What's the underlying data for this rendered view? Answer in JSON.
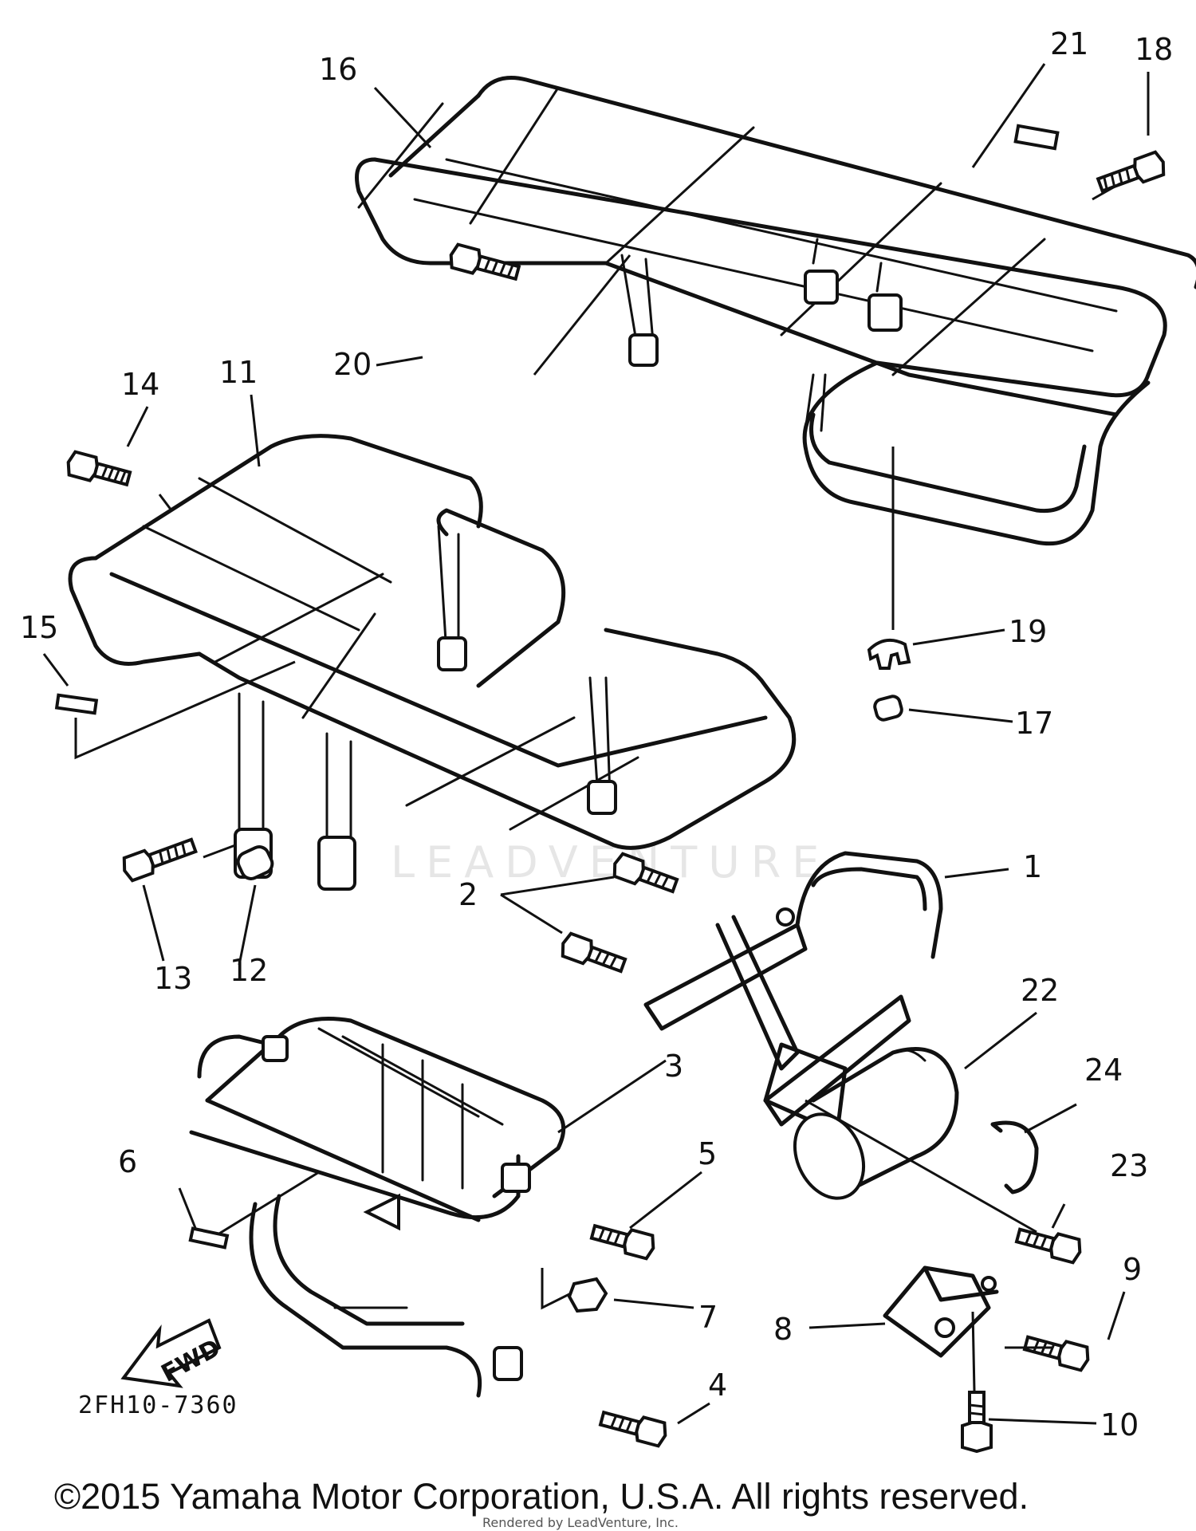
{
  "diagram": {
    "callouts": [
      "1",
      "2",
      "3",
      "4",
      "5",
      "6",
      "7",
      "8",
      "9",
      "10",
      "11",
      "12",
      "13",
      "14",
      "15",
      "16",
      "17",
      "18",
      "19",
      "20",
      "21",
      "22",
      "23",
      "24"
    ],
    "fwd_label": "FWD",
    "drawing_ref": "2FH10-7360",
    "watermark": "LEADVENTURE",
    "copyright": "©2015 Yamaha Motor Corporation, U.S.A. All rights reserved.",
    "footer_note": "Rendered by LeadVenture, Inc."
  }
}
